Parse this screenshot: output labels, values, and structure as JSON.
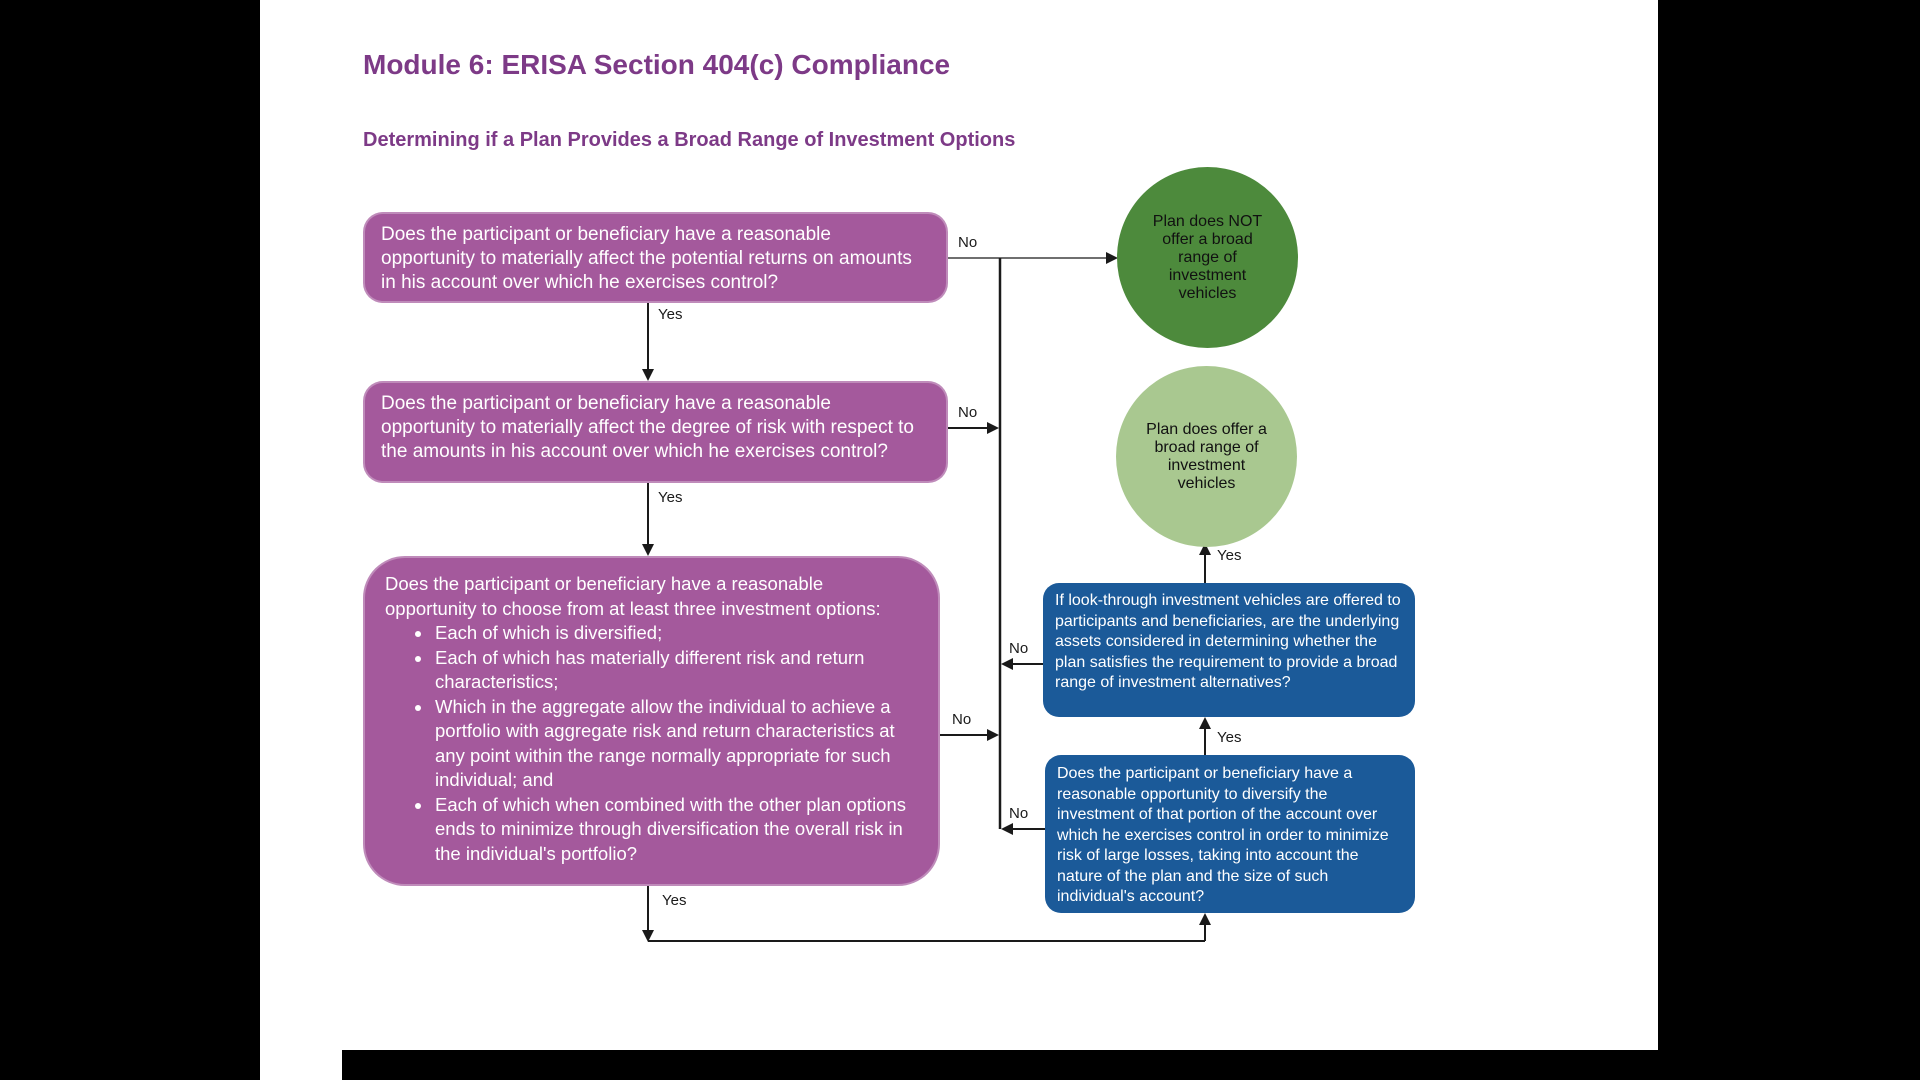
{
  "slide": {
    "title": "Module 6: ERISA Section 404(c) Compliance",
    "subtitle": "Determining if a Plan Provides a Broad Range of Investment Options"
  },
  "flowchart": {
    "questions": {
      "q1": {
        "text": "Does the participant or beneficiary have a reasonable opportunity to materially affect the potential returns on amounts in his account over which he exercises control?"
      },
      "q2": {
        "text": "Does the participant or beneficiary have a reasonable opportunity to materially affect the degree of risk with respect to the amounts in his account over which he exercises control?"
      },
      "q3": {
        "intro": "Does the participant or beneficiary have a reasonable opportunity to choose from at least three investment options:",
        "bullets": [
          "Each of which is diversified;",
          "Each of which has materially different risk and return characteristics;",
          "Which in the aggregate allow the individual to achieve a portfolio with aggregate risk and return characteristics at any point within the range normally appropriate for such individual; and",
          "Each of which when combined with the other plan options ends to minimize through diversification the overall risk in the individual's portfolio?"
        ]
      },
      "d1": {
        "text": "If look-through investment vehicles are offered to participants and beneficiaries, are the underlying assets considered in determining whether the plan satisfies the requirement to provide a broad range of investment alternatives?"
      },
      "d2": {
        "text": "Does the participant or beneficiary have a reasonable opportunity to diversify the investment of that portion of the account over which he exercises control in order to minimize risk of large losses, taking into account the nature of the plan and the size of such individual's account?"
      }
    },
    "outcomes": {
      "negative": {
        "text": "Plan does NOT offer a broad range of investment vehicles"
      },
      "positive": {
        "text": "Plan does offer a broad range of investment vehicles"
      }
    },
    "labels": {
      "q1_no": "No",
      "q1_yes": "Yes",
      "q2_no": "No",
      "q2_yes": "Yes",
      "q3_no": "No",
      "q3_yes": "Yes",
      "d1_no": "No",
      "d1_yes": "Yes",
      "d2_no": "No",
      "d2_yes": "Yes"
    },
    "colors": {
      "question_box": "#A4599C",
      "decision_box": "#1B5A99",
      "outcome_negative": "#4D8A3C",
      "outcome_positive": "#A9C890",
      "heading": "#7D3A87",
      "connector": "#2b2b2b",
      "connector_gray": "#6f6f6f"
    }
  }
}
